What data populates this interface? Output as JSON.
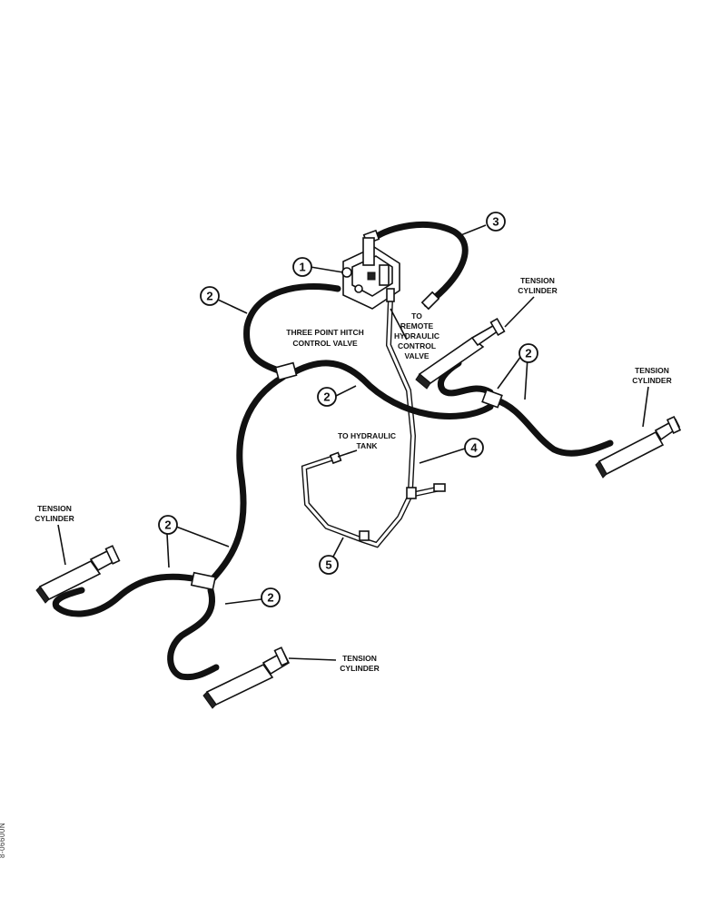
{
  "callouts": [
    {
      "id": "c1",
      "number": "1"
    },
    {
      "id": "c2a",
      "number": "2"
    },
    {
      "id": "c2b",
      "number": "2"
    },
    {
      "id": "c2c",
      "number": "2"
    },
    {
      "id": "c2d",
      "number": "2"
    },
    {
      "id": "c2e",
      "number": "2"
    },
    {
      "id": "c3",
      "number": "3"
    },
    {
      "id": "c4",
      "number": "4"
    },
    {
      "id": "c5",
      "number": "5"
    }
  ],
  "labels": {
    "valve": [
      "THREE POINT HITCH",
      "CONTROL VALVE"
    ],
    "remote": [
      "TO",
      "REMOTE",
      "HYDRAULIC",
      "CONTROL",
      "VALVE"
    ],
    "tank": [
      "TO HYDRAULIC",
      "TANK"
    ],
    "tension_top": [
      "TENSION",
      "CYLINDER"
    ],
    "tension_right": [
      "TENSION",
      "CYLINDER"
    ],
    "tension_left": [
      "TENSION",
      "CYLINDER"
    ],
    "tension_bottom": [
      "TENSION",
      "CYLINDER"
    ]
  },
  "doc_id": "8-06600N"
}
